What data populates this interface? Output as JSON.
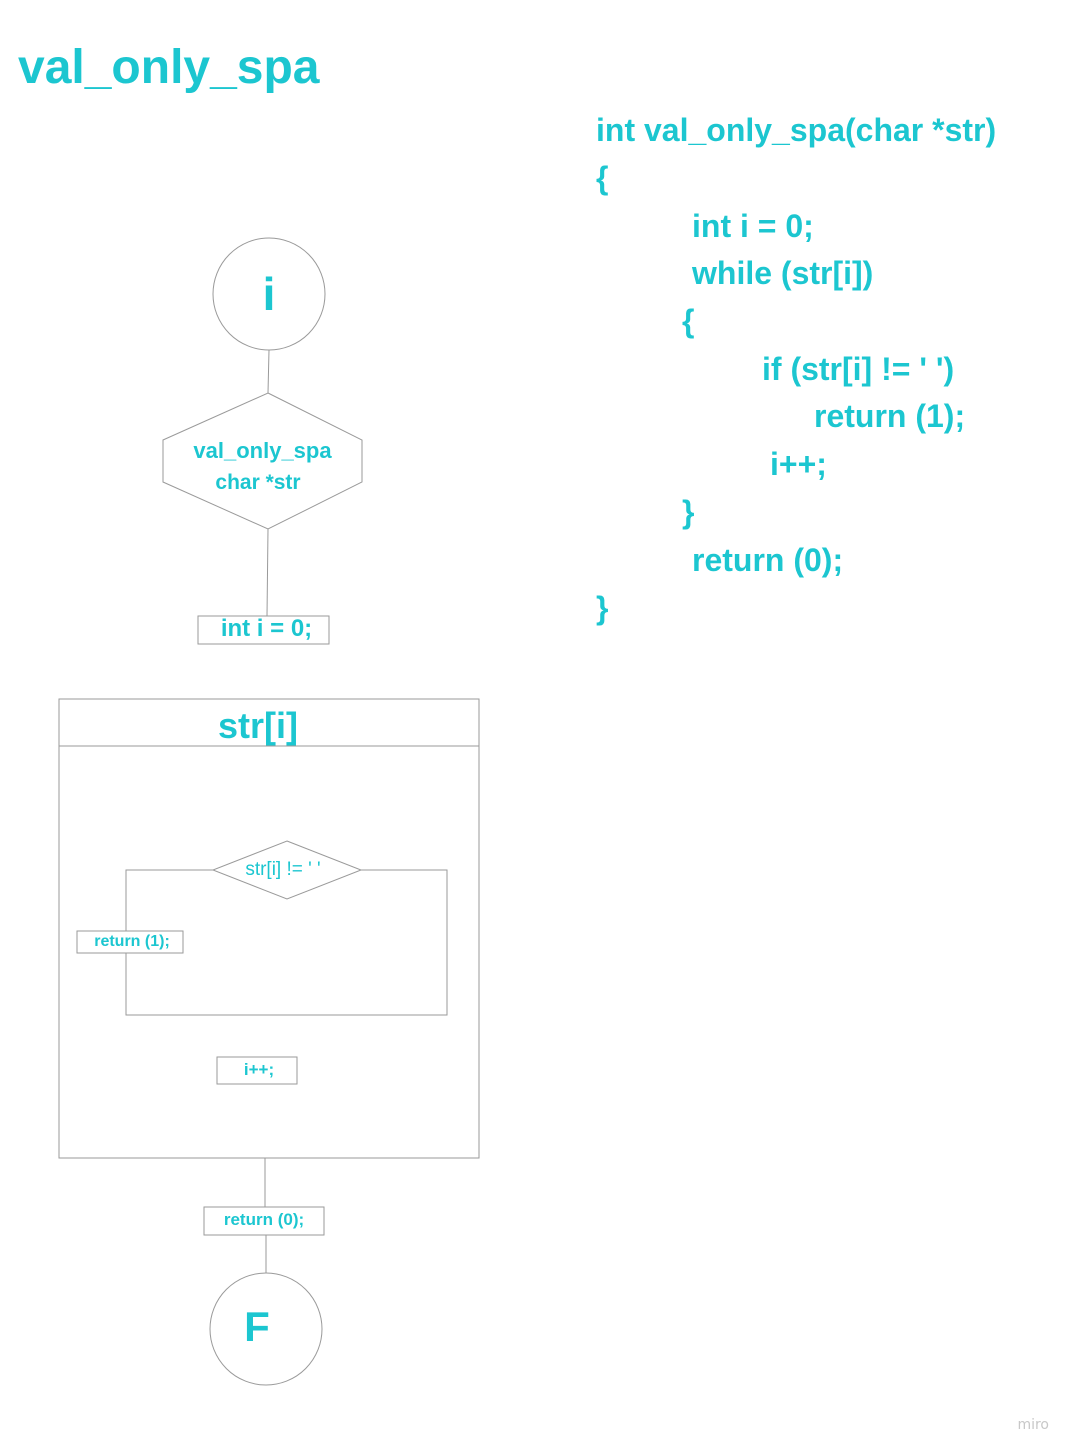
{
  "title": "val_only_spa",
  "accent_color": "#1cc6d0",
  "line_color": "#9a9a9a",
  "flowchart": {
    "start_label": "i",
    "function_name": "val_only_spa",
    "function_param": "char *str",
    "init": "int i = 0;",
    "loop_condition": "str[i]",
    "if_condition": "str[i] != ' '",
    "return_true": "return (1);",
    "increment": "i++;",
    "return_false": "return (0);",
    "end_label": "F"
  },
  "code": {
    "lines": [
      "int val_only_spa(char *str)",
      "{",
      "int i = 0;",
      "while (str[i])",
      "{",
      "if (str[i] != ' ')",
      "return (1);",
      "i++;",
      "}",
      "return (0);",
      "}"
    ]
  },
  "watermark": "miro"
}
